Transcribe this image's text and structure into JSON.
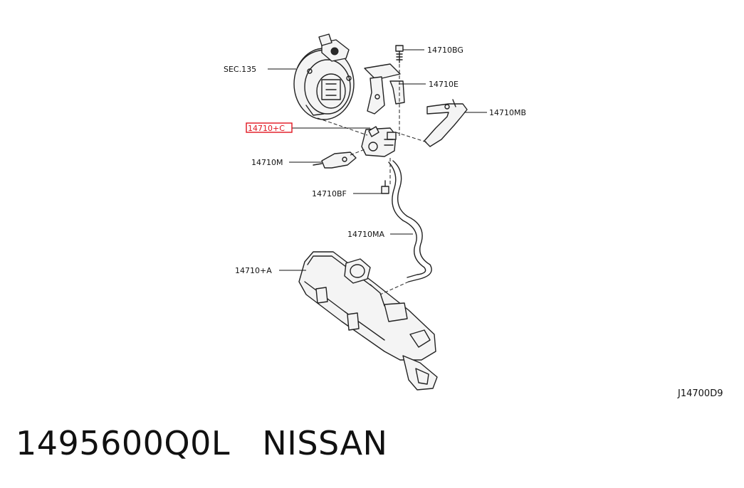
{
  "diagram": {
    "labels": {
      "sec": "SEC.135",
      "p14710bg": "14710BG",
      "p14710e": "14710E",
      "p14710mb": "14710MB",
      "p14710c": "14710+C",
      "p14710m": "14710M",
      "p14710bf": "14710BF",
      "p14710ma": "14710MA",
      "p14710a": "14710+A"
    },
    "drawing_code": "J14700D9",
    "highlight_color": "#e0141e"
  },
  "footer": {
    "part_number": "1495600Q0L",
    "brand": "NISSAN"
  }
}
